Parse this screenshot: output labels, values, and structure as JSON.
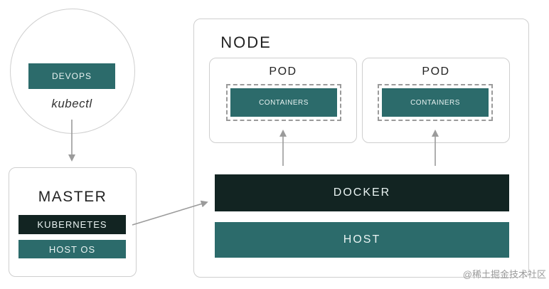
{
  "client": {
    "devops_label": "DEVOPS",
    "tool_label": "kubectl"
  },
  "master": {
    "title": "MASTER",
    "kubernetes_label": "KUBERNETES",
    "host_os_label": "HOST OS"
  },
  "node": {
    "title": "NODE",
    "pods": [
      {
        "title": "POD",
        "containers_label": "CONTAINERS"
      },
      {
        "title": "POD",
        "containers_label": "CONTAINERS"
      }
    ],
    "docker_label": "DOCKER",
    "host_label": "HOST"
  },
  "watermark": "@稀土掘金技术社区",
  "colors": {
    "teal": "#2c6b6b",
    "dark": "#122422",
    "border": "#cfcfcf",
    "arrow": "#9b9b9b"
  }
}
